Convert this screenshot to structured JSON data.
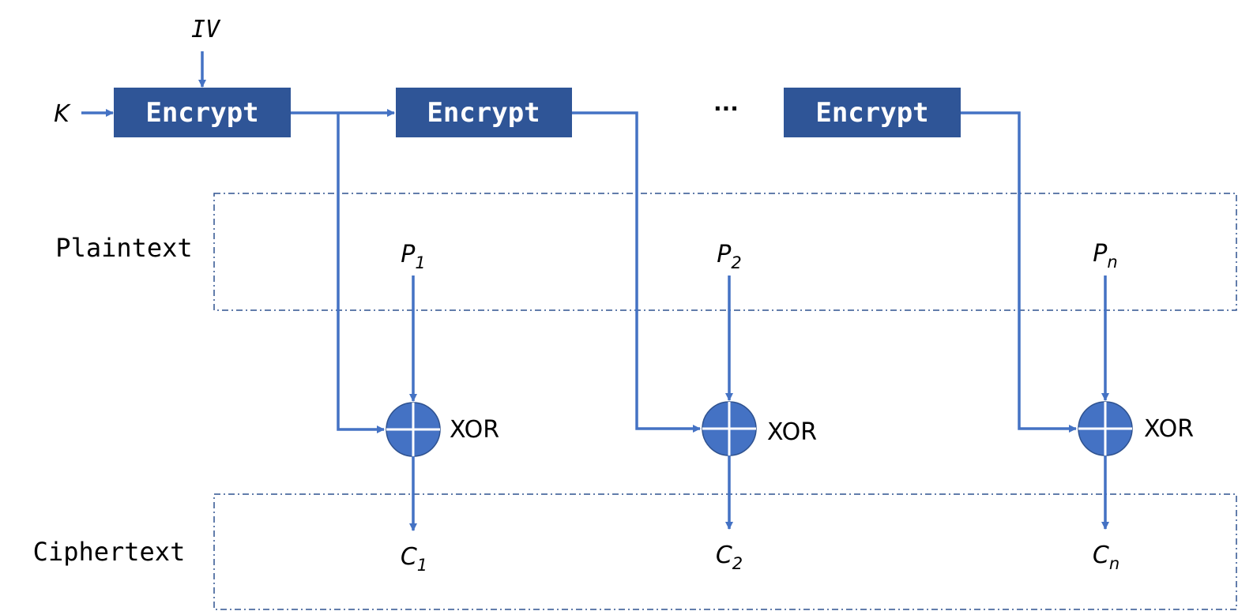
{
  "title": "",
  "inputs": {
    "iv": "IV",
    "key": "K"
  },
  "encrypt_blocks": [
    {
      "label": "Encrypt"
    },
    {
      "label": "Encrypt"
    },
    {
      "label": "Encrypt"
    }
  ],
  "ellipsis": "···",
  "regions": {
    "plaintext": "Plaintext",
    "ciphertext": "Ciphertext"
  },
  "stages": [
    {
      "p_base": "P",
      "p_sub": "1",
      "c_base": "C",
      "c_sub": "1",
      "xor_label": "XOR"
    },
    {
      "p_base": "P",
      "p_sub": "2",
      "c_base": "C",
      "c_sub": "2",
      "xor_label": "XOR"
    },
    {
      "p_base": "P",
      "p_sub": "n",
      "c_base": "C",
      "c_sub": "n",
      "xor_label": "XOR"
    }
  ],
  "colors": {
    "encrypt_fill": "#2F5597",
    "wire": "#4472C4",
    "xor_fill": "#4472C4",
    "xor_stroke": "#2F528F",
    "region_border": "#2F528F"
  }
}
